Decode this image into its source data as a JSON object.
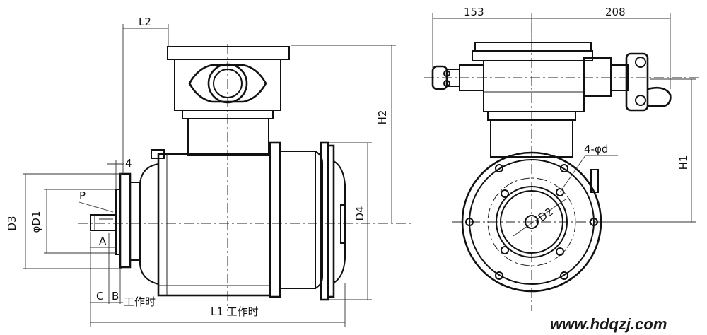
{
  "labels": {
    "l2": "L2",
    "h2": "H2",
    "d3": "D3",
    "d1": "φD1",
    "p": "P",
    "a": "A",
    "b": "B",
    "c": "C",
    "four": "4",
    "working1": "工作时",
    "l1": "L1 工作时",
    "d4": "D4",
    "dim153": "153",
    "dim208": "208",
    "h1": "H1",
    "bolts": "4-φd",
    "d2": "D2"
  },
  "watermark": "www.hdqzj.com",
  "colors": {
    "line": "#111111",
    "background": "#ffffff"
  }
}
